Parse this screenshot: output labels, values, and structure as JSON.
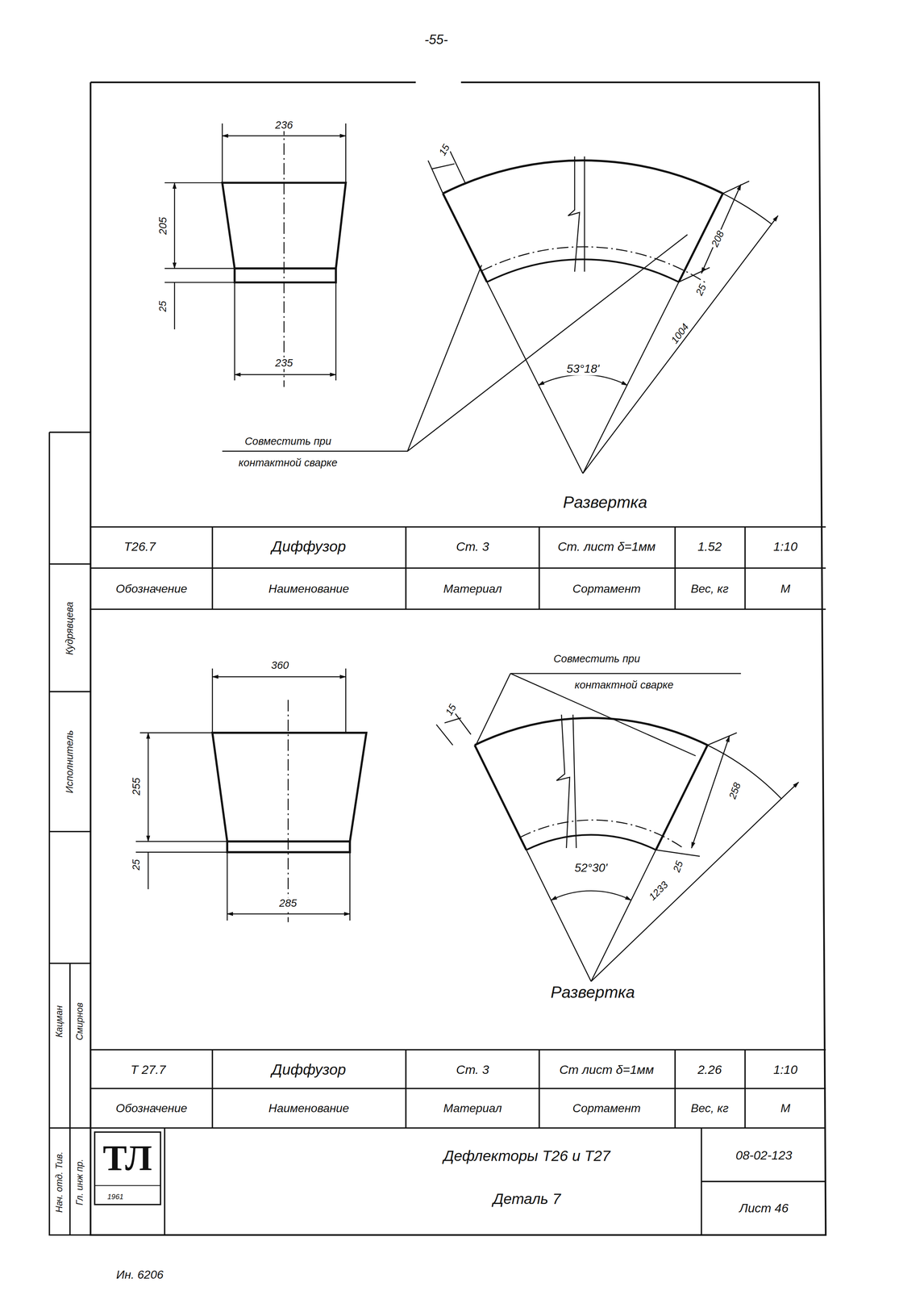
{
  "diagram": {
    "title": "Дефлекторы Т26 и Т27",
    "labels": [
      "-55-",
      "236",
      "205",
      "25",
      "235",
      "15",
      "208",
      "25",
      "1004",
      "53°18'",
      "Совместить при",
      "контактной сварке",
      "Развертка",
      "Т26.7",
      "Диффузор",
      "Ст. 3",
      "Ст. лист δ=1мм",
      "1.52",
      "1:10",
      "Обозначение",
      "Наименование",
      "Материал",
      "Сортамент",
      "Вес, кг",
      "М",
      "360",
      "255",
      "25",
      "285",
      "Совместить при",
      "контактной сварке",
      "15",
      "258",
      "25",
      "1233",
      "52°30'",
      "Развертка",
      "Т 27.7",
      "Диффузор",
      "Ст. 3",
      "Ст лист δ=1мм",
      "2.26",
      "1:10",
      "Обозначение",
      "Наименование",
      "Материал",
      "Сортамент",
      "Вес, кг",
      "М",
      "ТЛ",
      "1961",
      "Деталь 7",
      "08-02-123",
      "Лист 46",
      "Кудрявцева",
      "Исполнитель",
      "Кацман",
      "Смирнов",
      "Нач. отд. Тив.",
      "Гл. инж пр.",
      "Ин. 6206"
    ]
  }
}
